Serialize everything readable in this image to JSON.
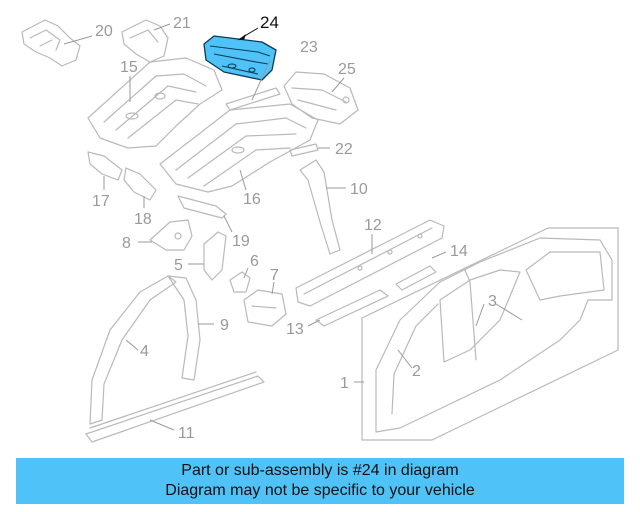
{
  "diagram": {
    "callouts": {
      "c1": "1",
      "c2": "2",
      "c3": "3",
      "c4": "4",
      "c5": "5",
      "c6": "6",
      "c7": "7",
      "c8": "8",
      "c9": "9",
      "c10": "10",
      "c11": "11",
      "c12": "12",
      "c13": "13",
      "c14": "14",
      "c15": "15",
      "c16": "16",
      "c17": "17",
      "c18": "18",
      "c19": "19",
      "c20": "20",
      "c21": "21",
      "c22": "22",
      "c23": "23",
      "c24": "24",
      "c25": "25"
    },
    "highlighted_part": "24",
    "colors": {
      "highlight": "#4fc3f7",
      "outline": "#b9b9b9",
      "banner": "#4fc3f7"
    }
  },
  "banner": {
    "line1": "Part or sub-assembly is #24 in diagram",
    "line2": "Diagram may not be specific to your vehicle"
  }
}
